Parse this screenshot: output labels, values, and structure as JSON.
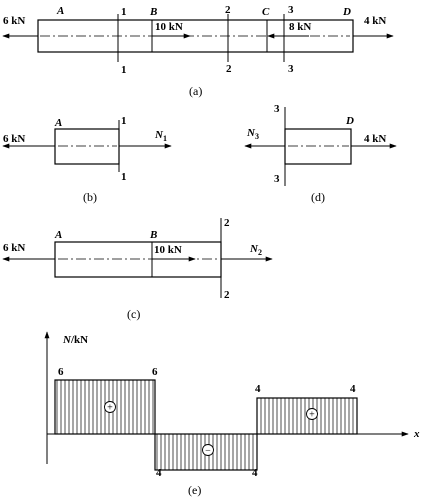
{
  "captions": {
    "a": "(a)",
    "b": "(b)",
    "c": "(c)",
    "d": "(d)",
    "e": "(e)"
  },
  "points": {
    "A": "A",
    "B": "B",
    "C": "C",
    "D": "D"
  },
  "sections": {
    "s1": "1",
    "s2": "2",
    "s3": "3"
  },
  "loads": {
    "left": "6 kN",
    "b": "10 kN",
    "c": "8 kN",
    "right": "4 kN"
  },
  "internal_forces": {
    "n": "N",
    "n1_sub": "1",
    "n2_sub": "2",
    "n3_sub": "3"
  },
  "axial_diagram": {
    "ylabel_main": "N",
    "ylabel_unit": "/kN",
    "xlabel": "x",
    "segments": [
      {
        "segment": "AB",
        "N": 6,
        "sign": "+"
      },
      {
        "segment": "BC",
        "N": -4,
        "sign": "−"
      },
      {
        "segment": "CD",
        "N": 4,
        "sign": "+"
      }
    ],
    "value_labels": {
      "v1": "6",
      "v2": "6",
      "v3": "4",
      "v4": "4",
      "v5": "4",
      "v6": "4"
    }
  }
}
